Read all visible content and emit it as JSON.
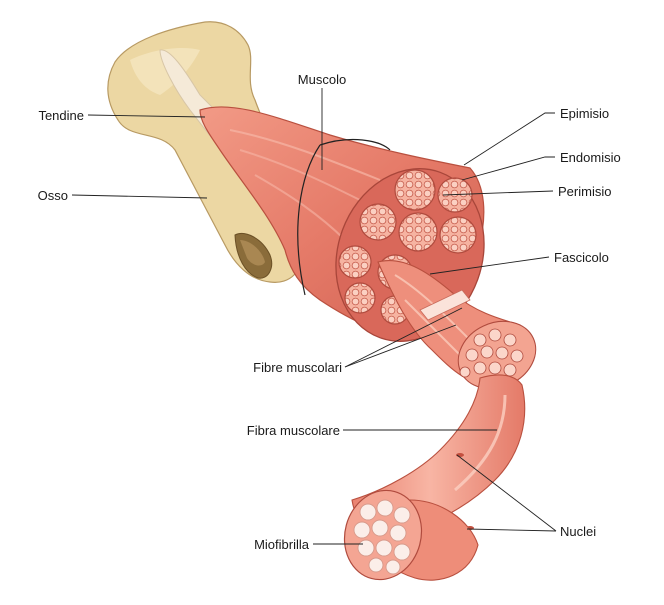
{
  "labels": {
    "tendine": "Tendine",
    "osso": "Osso",
    "muscolo": "Muscolo",
    "epimisio": "Epimisio",
    "endomisio": "Endomisio",
    "perimisio": "Perimisio",
    "fascicolo": "Fascicolo",
    "fibre_muscolari": "Fibre muscolari",
    "fibra_muscolare": "Fibra muscolare",
    "nuclei": "Nuclei",
    "miofibrilla": "Miofibrilla"
  },
  "colors": {
    "bone": "#ecd7a3",
    "bone_shade": "#cdb178",
    "tendon": "#f3e4cf",
    "muscle": "#e9806f",
    "muscle_light": "#f4aa98",
    "muscle_dark": "#c9594a",
    "fascicle_fill": "#f29a86",
    "cell_fill": "#f8c2b2",
    "fiber": "#f0998a",
    "myofibril": "#fbe9e3"
  }
}
